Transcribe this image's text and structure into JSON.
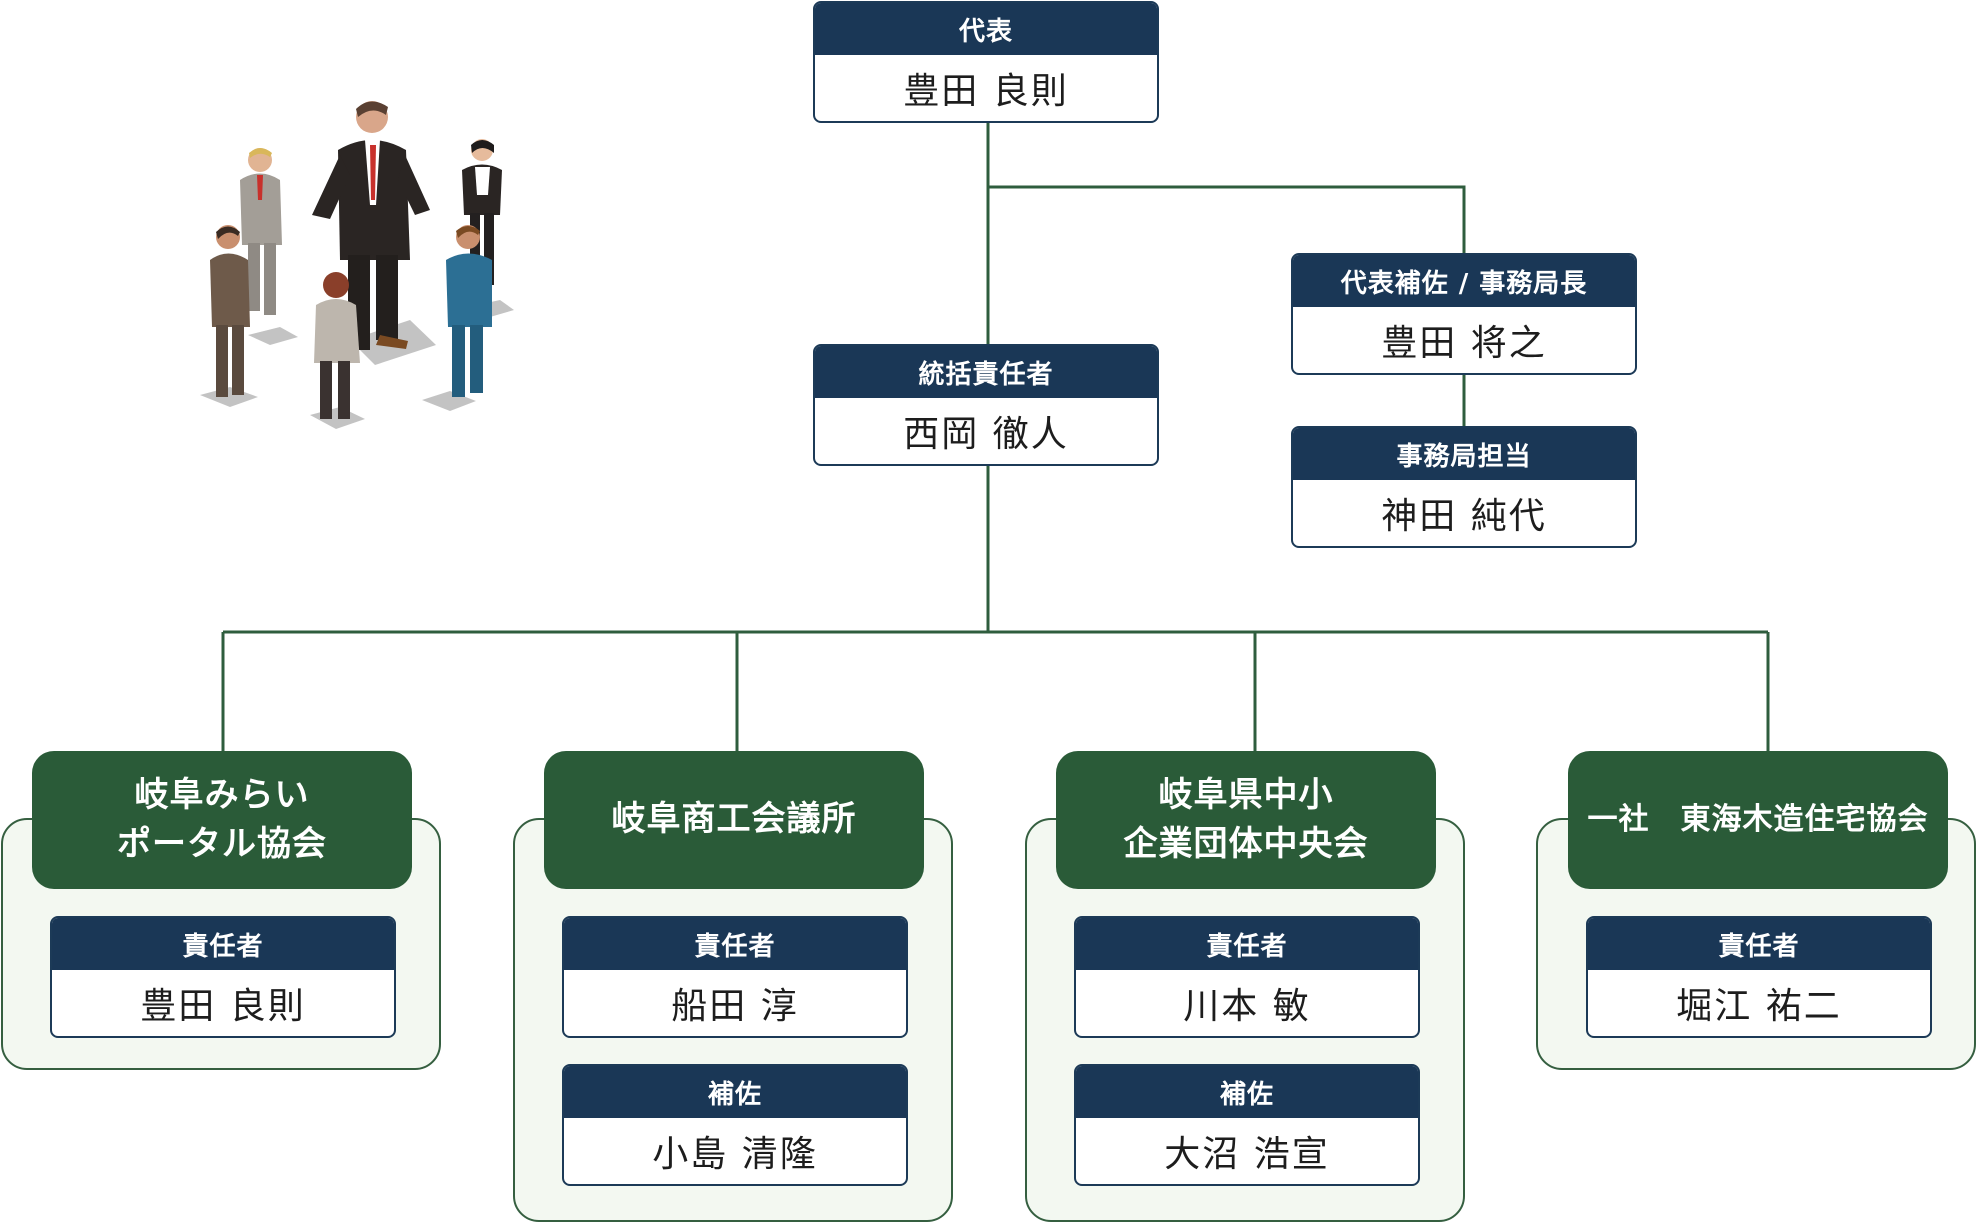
{
  "colors": {
    "navy": "#1a3756",
    "green": "#2a5b38",
    "connector": "#2f5d3e",
    "group_fill": "#f3f8f1"
  },
  "top": {
    "representative": {
      "role": "代表",
      "name": "豊田 良則"
    },
    "general_manager": {
      "role": "統括責任者",
      "name": "西岡 徹人"
    },
    "assistant_secretary_general": {
      "role": "代表補佐 / 事務局長",
      "name": "豊田 将之"
    },
    "secretariat": {
      "role": "事務局担当",
      "name": "神田 純代"
    }
  },
  "illustration": {
    "icon": "business-people-group-icon"
  },
  "organizations": [
    {
      "line1": "岐阜みらい",
      "line2": "ポータル協会",
      "members": [
        {
          "role": "責任者",
          "name": "豊田 良則"
        }
      ]
    },
    {
      "line1": "岐阜商工会議所",
      "line2": "",
      "members": [
        {
          "role": "責任者",
          "name": "船田 淳"
        },
        {
          "role": "補佐",
          "name": "小島 清隆"
        }
      ]
    },
    {
      "line1": "岐阜県中小",
      "line2": "企業団体中央会",
      "members": [
        {
          "role": "責任者",
          "name": "川本 敏"
        },
        {
          "role": "補佐",
          "name": "大沼 浩宣"
        }
      ]
    },
    {
      "line1": "一社　東海木造住宅協会",
      "line2": "",
      "members": [
        {
          "role": "責任者",
          "name": "堀江 祐二"
        }
      ]
    }
  ]
}
